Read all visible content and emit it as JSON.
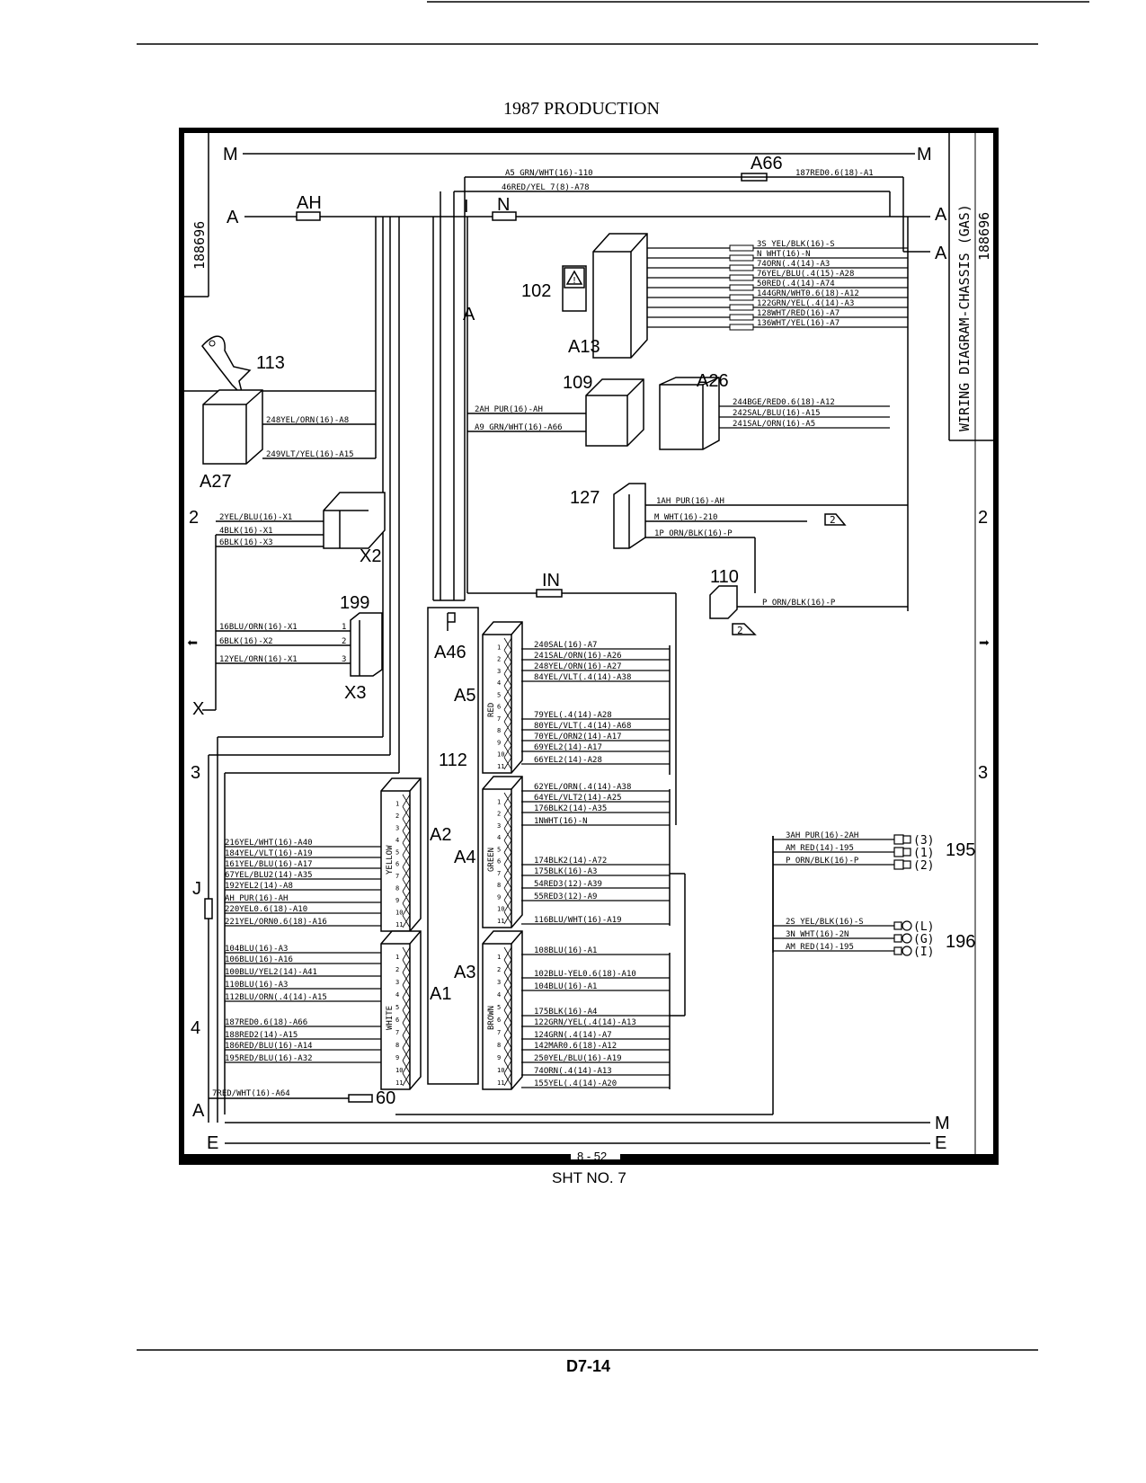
{
  "header": {
    "title": "1987 PRODUCTION"
  },
  "footer": {
    "sheet_no": "SHT NO. 7",
    "page_code": "8 - 52",
    "doc_page": "D7-14"
  },
  "title_block": {
    "drawing_title": "WIRING DIAGRAM-CHASSIS (GAS)",
    "drawing_number": "188696"
  },
  "grid": {
    "row_top": "M",
    "row_a": "A",
    "row_2": "2",
    "row_3": "3",
    "row_4": "4",
    "row_x": "X",
    "row_j": "J",
    "row_e": "E"
  },
  "busses": {
    "AH": "AH",
    "N": "N",
    "A66": "A66",
    "IN": "IN",
    "I": "I",
    "A": "A"
  },
  "top_wires": [
    "A5 GRN/WHT(16)-110",
    "46RED/YEL 7(8)-A78",
    "187RED0.6(18)-A1"
  ],
  "components": {
    "c102": "102",
    "a13": "A13",
    "c109": "109",
    "a26": "A26",
    "c113": "113",
    "a27": "A27",
    "c127": "127",
    "x2": "X2",
    "c110": "110",
    "c199": "199",
    "x3": "X3",
    "a46": "A46",
    "a5": "A5",
    "c112": "112",
    "a2": "A2",
    "a4": "A4",
    "a3": "A3",
    "a1": "A1",
    "c60": "60",
    "c195": "195",
    "c196": "196"
  },
  "a13_wires": [
    "3S YEL/BLK(16)-S",
    "N WHT(16)-N",
    "74ORN(.4(14)-A3",
    "76YEL/BLU(.4(15)-A28",
    "50RED(.4(14)-A74",
    "144GRN/WHT0.6(18)-A12",
    "122GRN/YEL(.4(14)-A3",
    "128WHT/RED(16)-A7",
    "136WHT/YEL(16)-A7"
  ],
  "wires_109": [
    "2AH PUR(16)-AH",
    "A9 GRN/WHT(16)-A66"
  ],
  "wires_a26": [
    "244BGE/RED0.6(18)-A12",
    "242SAL/BLU(16)-A15",
    "241SAL/ORN(16)-A5"
  ],
  "wires_a27": [
    "248YEL/ORN(16)-A8",
    "249VLT/YEL(16)-A15"
  ],
  "wires_127": [
    "1AH PUR(16)-AH",
    "M WHT(16)-210",
    "1P ORN/BLK(16)-P"
  ],
  "wire_110": "P ORN/BLK(16)-P",
  "wires_x2": [
    "2YEL/BLU(16)-X1",
    "4BLK(16)-X1",
    "6BLK(16)-X3"
  ],
  "wires_199": [
    "16BLU/ORN(16)-X1",
    "6BLK(16)-X2",
    "12YEL/ORN(16)-X1"
  ],
  "wires_red": [
    "240SAL(16)-A7",
    "241SAL/ORN(16)-A26",
    "248YEL/ORN(16)-A27",
    "84YEL/VLT(.4(14)-A38",
    "79YEL(.4(14)-A28",
    "80YEL/VLT(.4(14)-A68",
    "70YEL/ORN2(14)-A17",
    "69YEL2(14)-A17",
    "66YEL2(14)-A28"
  ],
  "wires_green": [
    "62YEL/ORN(.4(14)-A38",
    "64YEL/VLT2(14)-A25",
    "176BLK2(14)-A35",
    "1NWHT(16)-N",
    "174BLK2(14)-A72",
    "175BLK(16)-A3",
    "54RED3(12)-A39",
    "55RED3(12)-A9",
    "116BLU/WHT(16)-A19"
  ],
  "wires_brown": [
    "108BLU(16)-A1",
    "102BLU-YEL0.6(18)-A10",
    "104BLU(16)-A1",
    "175BLK(16)-A4",
    "122GRN/YEL(.4(14)-A13",
    "124GRN(.4(14)-A7",
    "142MAR0.6(18)-A12",
    "250YEL/BLU(16)-A19",
    "74ORN(.4(14)-A13",
    "155YEL(.4(14)-A20"
  ],
  "wires_yellow": [
    "216YEL/WHT(16)-A40",
    "184YEL/VLT(16)-A19",
    "161YEL/BLU(16)-A17",
    "67YEL/BLU2(14)-A35",
    "192YEL2(14)-A8",
    "AH PUR(16)-AH",
    "220YEL0.6(18)-A10",
    "221YEL/ORN0.6(18)-A16"
  ],
  "wires_white": [
    "104BLU(16)-A3",
    "106BLU(16)-A16",
    "100BLU/YEL2(14)-A41",
    "110BLU(16)-A3",
    "112BLU/ORN(.4(14)-A15",
    "187RED0.6(18)-A66",
    "188RED2(14)-A15",
    "186RED/BLU(16)-A14",
    "195RED/BLU(16)-A32"
  ],
  "wire_60": "7RED/WHT(16)-A64",
  "wires_195": [
    "3AH PUR(16)-2AH",
    "AM RED(14)-195",
    "P ORN/BLK(16)-P"
  ],
  "pins_195": [
    "(3)",
    "(1)",
    "(2)"
  ],
  "wires_196": [
    "2S YEL/BLK(16)-S",
    "3N WHT(16)-2N",
    "AM RED(14)-195"
  ],
  "pins_196": [
    "(L)",
    "(G)",
    "(I)"
  ],
  "connector_colors": {
    "red": "RED",
    "green": "GREEN",
    "brown": "BROWN",
    "yellow": "YELLOW",
    "white": "WHITE"
  },
  "callout": "2"
}
